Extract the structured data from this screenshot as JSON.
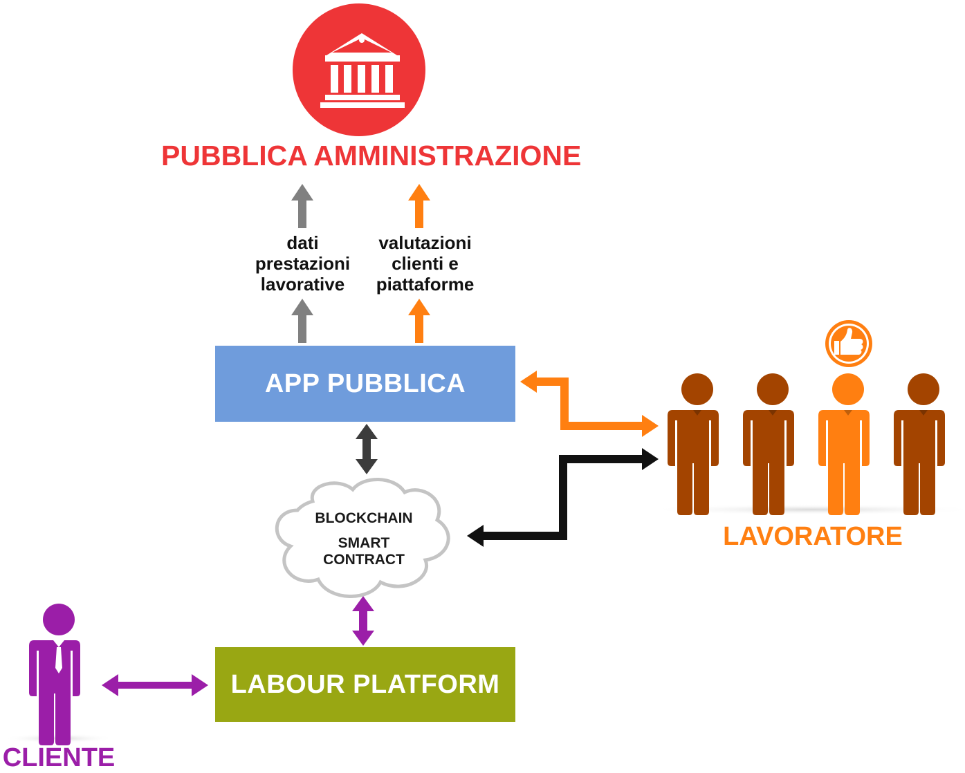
{
  "public_admin": {
    "title": "PUBBLICA AMMINISTRAZIONE",
    "icon": "government-building-icon",
    "color": "#ee3537"
  },
  "flows_up": {
    "left_label": [
      "dati",
      "prestazioni",
      "lavorative"
    ],
    "right_label": [
      "valutazioni",
      "clienti e",
      "piattaforme"
    ],
    "left_color": "#808080",
    "right_color": "#ff7f11"
  },
  "app_pubblica": {
    "label": "APP PUBBLICA",
    "color": "#6f9cdc"
  },
  "blockchain": {
    "line1": "BLOCKCHAIN",
    "line2": "SMART",
    "line3": "CONTRACT"
  },
  "labour_platform": {
    "label": "LABOUR PLATFORM",
    "color": "#99a713"
  },
  "cliente": {
    "label": "CLIENTE",
    "color": "#9b1ea8",
    "icon": "person-icon"
  },
  "lavoratore": {
    "label": "LAVORATORE",
    "color": "#ff7f11",
    "figure_color": "#a34400",
    "highlight_icon": "thumbs-up-icon",
    "icon": "person-icon"
  }
}
